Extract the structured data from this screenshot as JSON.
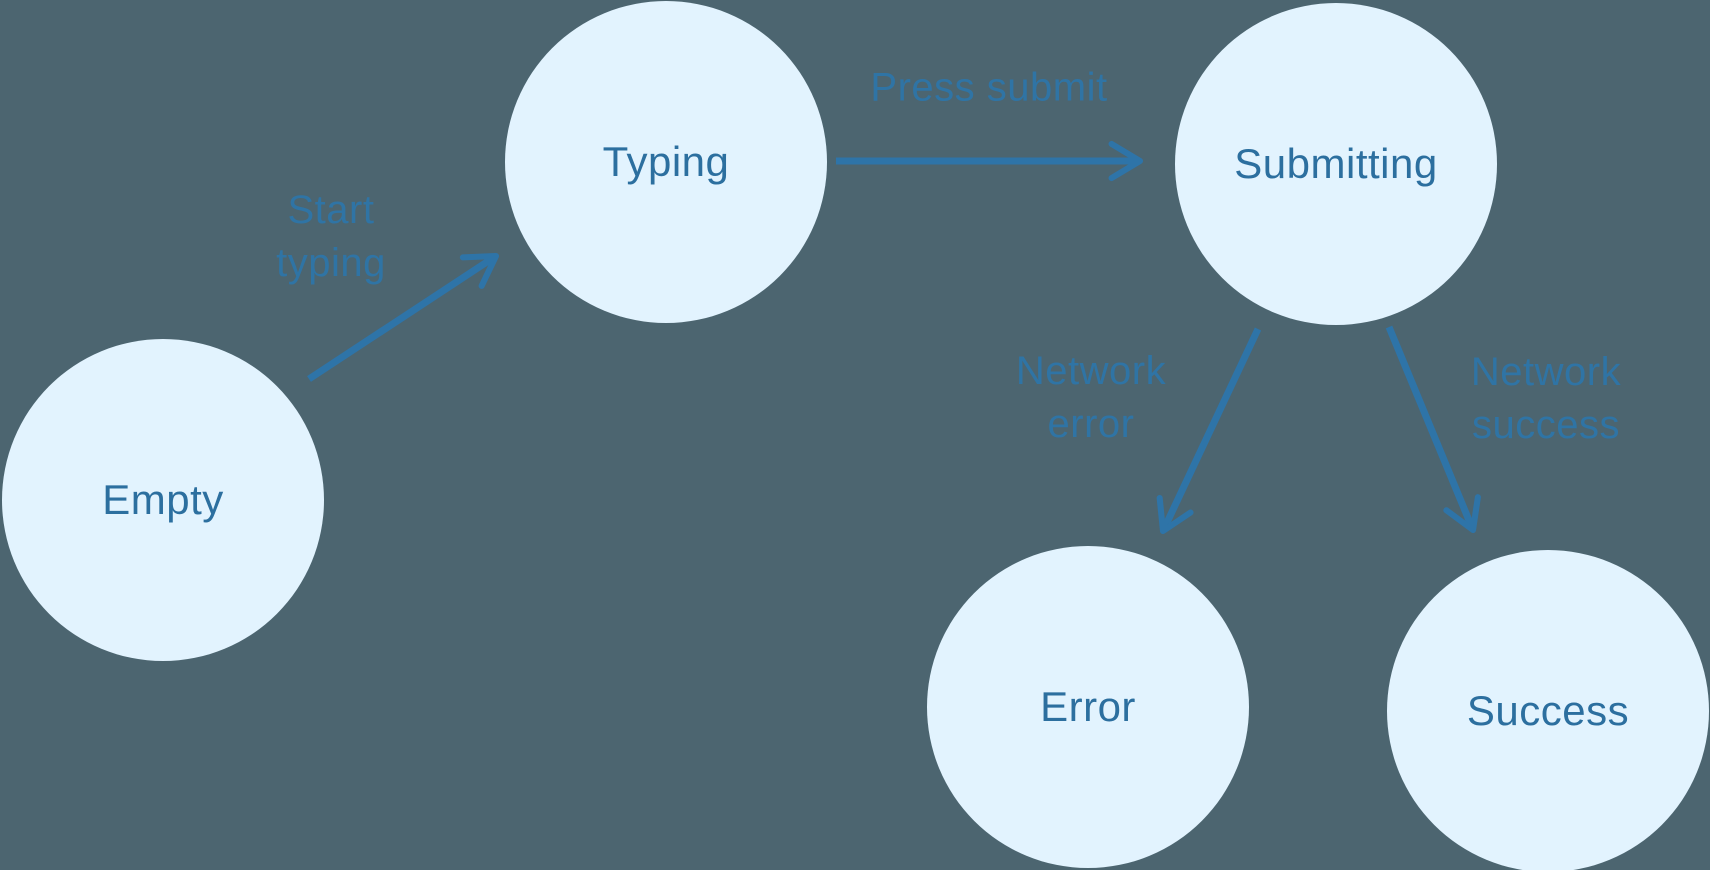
{
  "diagram": {
    "type": "state-machine",
    "nodes": [
      {
        "id": "empty",
        "label": "Empty"
      },
      {
        "id": "typing",
        "label": "Typing"
      },
      {
        "id": "submitting",
        "label": "Submitting"
      },
      {
        "id": "error",
        "label": "Error"
      },
      {
        "id": "success",
        "label": "Success"
      }
    ],
    "edges": [
      {
        "from": "empty",
        "to": "typing",
        "label": "Start typing"
      },
      {
        "from": "typing",
        "to": "submitting",
        "label": "Press submit"
      },
      {
        "from": "submitting",
        "to": "error",
        "label": "Network error"
      },
      {
        "from": "submitting",
        "to": "success",
        "label": "Network success"
      }
    ],
    "colors": {
      "background": "#4C6570",
      "node_fill": "#E2F3FE",
      "node_text": "#2C6F9F",
      "edge_line": "#2E74A8",
      "edge_text": "#2F74A5"
    }
  }
}
